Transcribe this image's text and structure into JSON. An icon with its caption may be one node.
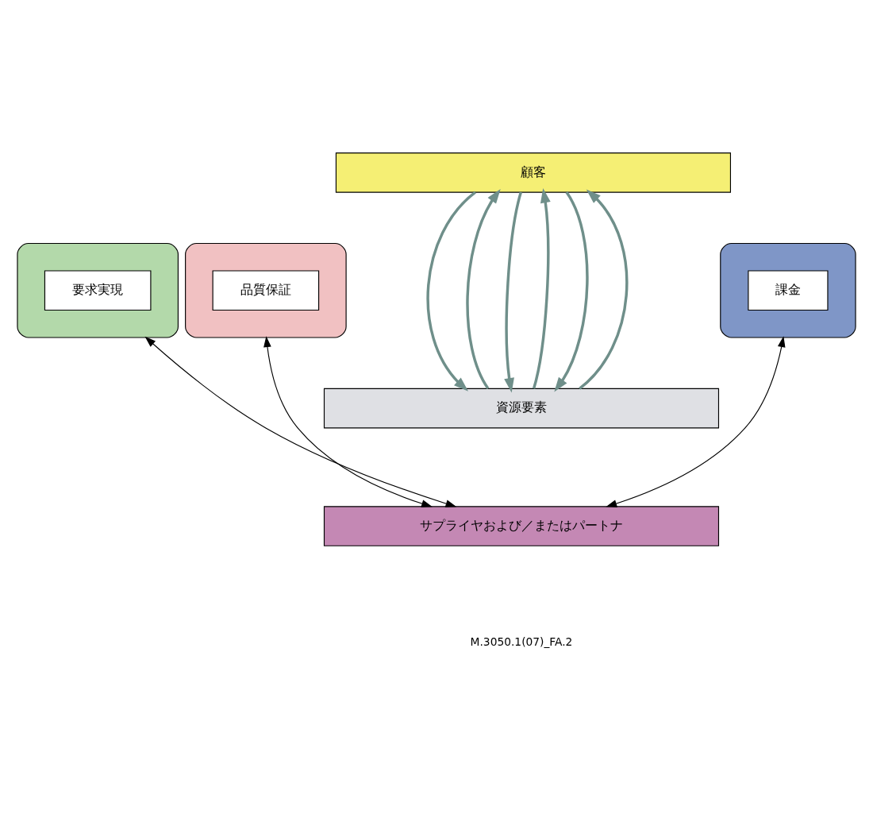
{
  "diagram": {
    "nodes": [
      {
        "text": [
          "顧客"
        ]
      },
      {
        "text": [],
        "shape": "ellipse"
      },
      {
        "text": [],
        "shape": "ellipse"
      },
      {
        "text": [],
        "shape": "ellipse"
      },
      {
        "text": [
          "要求実現"
        ],
        "in": 1
      },
      {
        "text": [
          "品質保証"
        ],
        "in": 2
      },
      {
        "text": [
          "課金"
        ],
        "in": 3
      },
      {
        "text": [
          "資源要素"
        ]
      },
      {
        "text": [
          "サプライヤおよび／またはパートナ"
        ]
      }
    ],
    "edges": [
      {
        "from": 0,
        "to": 7,
        "arrow": "to"
      },
      {
        "from": 7,
        "to": 0,
        "arrow": "to"
      },
      {
        "from": 0,
        "to": 7,
        "arrow": "to"
      },
      {
        "from": 7,
        "to": 0,
        "arrow": "to"
      },
      {
        "from": 0,
        "to": 7,
        "arrow": "to"
      },
      {
        "from": 7,
        "to": 0,
        "arrow": "to"
      },
      {
        "from": 1,
        "to": 8,
        "arrow": "both",
        "color": "#000000"
      },
      {
        "from": 2,
        "to": 8,
        "arrow": "both",
        "color": "#000000"
      },
      {
        "from": 3,
        "to": 8,
        "arrow": "both",
        "color": "#000000"
      }
    ],
    "labels": [
      "M.3050.1(07)_FA.2"
    ]
  }
}
